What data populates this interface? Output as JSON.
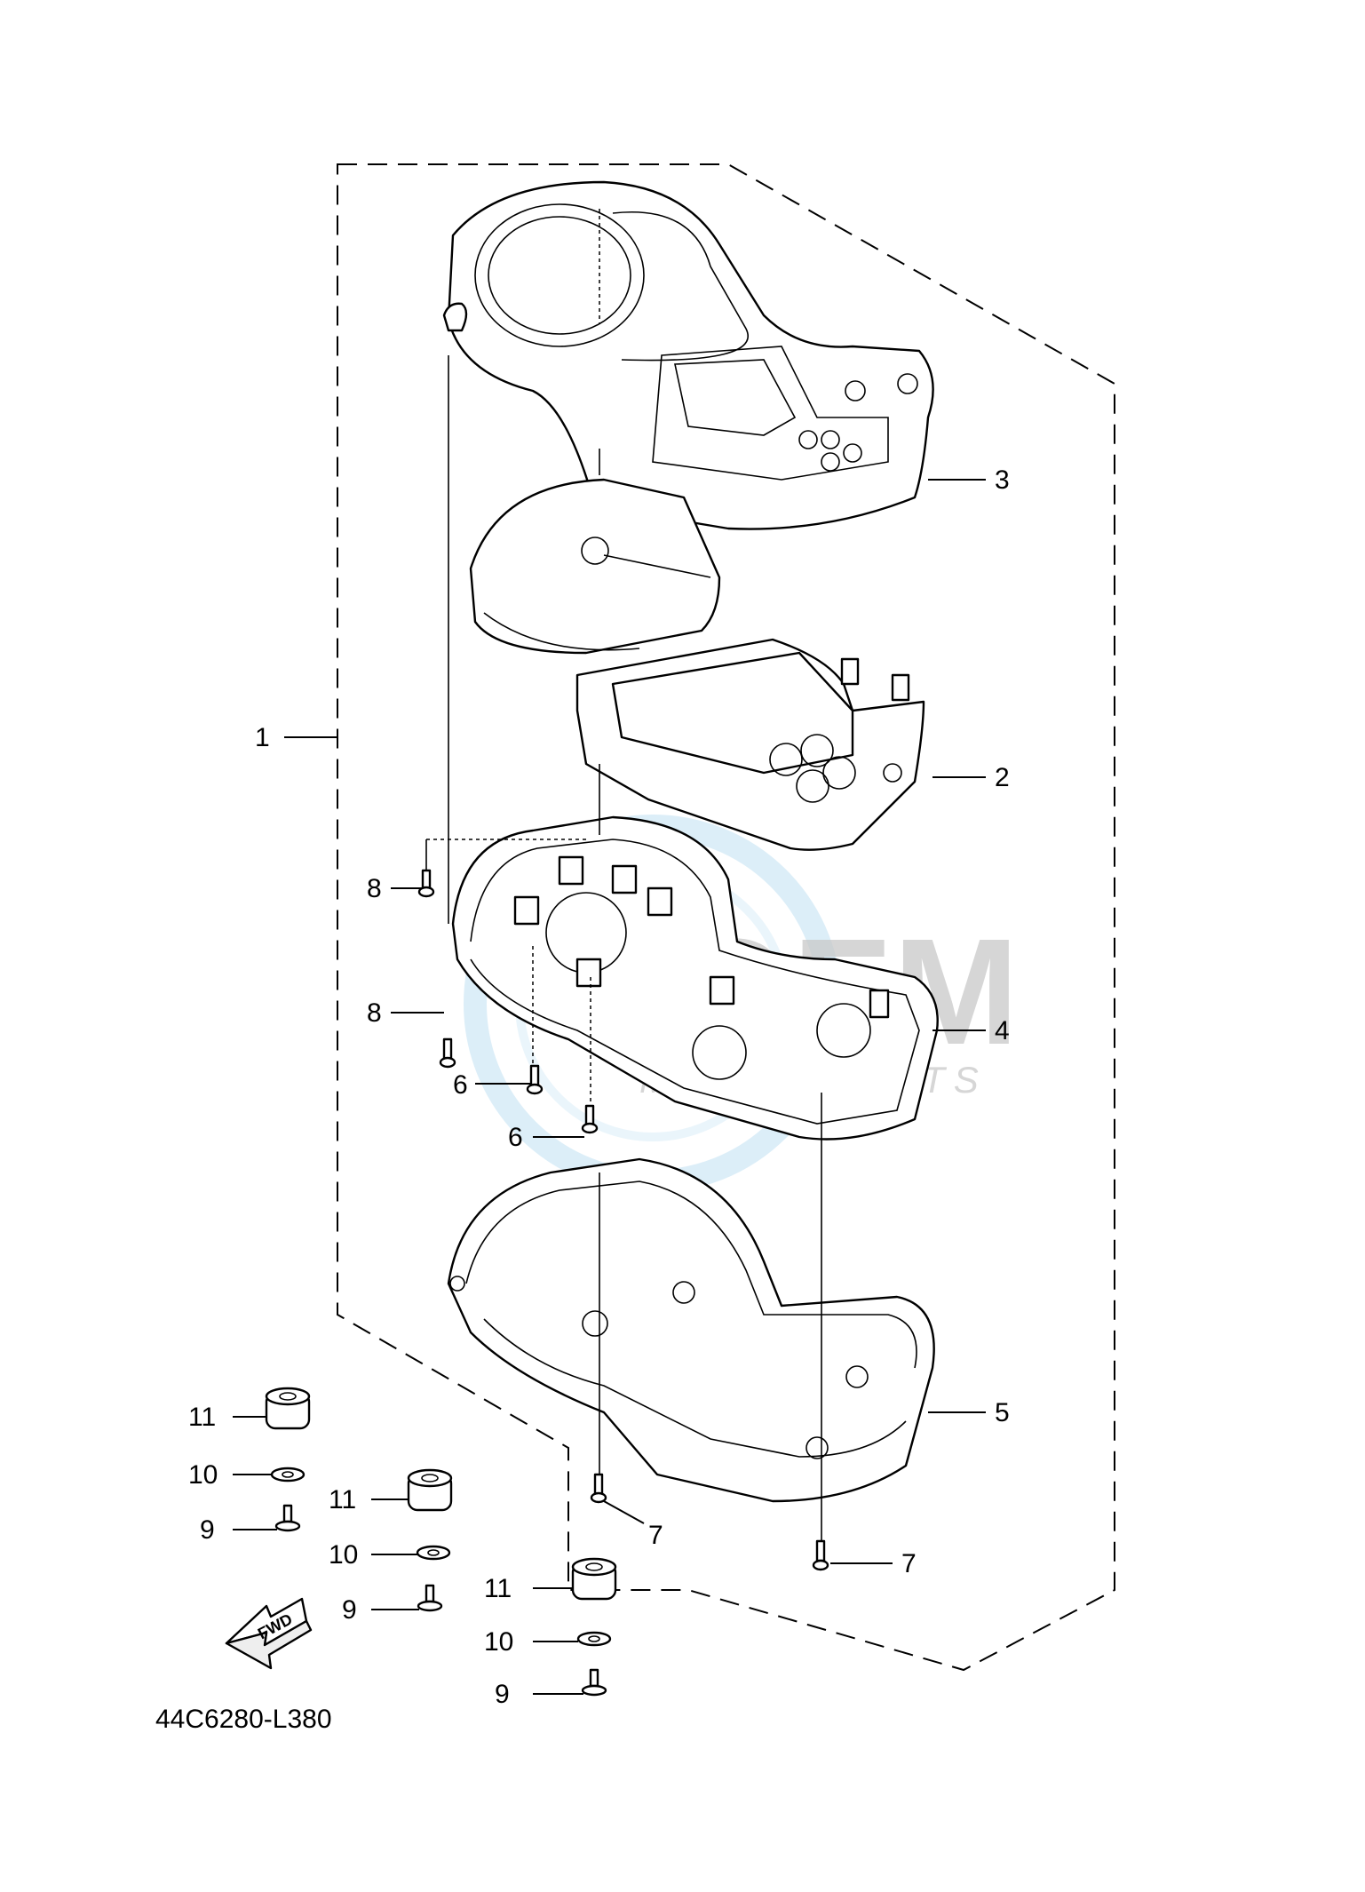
{
  "diagram": {
    "code": "44C6280-L380",
    "fwd_label": "FWD",
    "watermark": {
      "brand": "OEM",
      "sub": "MOTORPARTS"
    },
    "callouts": {
      "c1": "1",
      "c2": "2",
      "c3": "3",
      "c4": "4",
      "c5": "5",
      "c6a": "6",
      "c6b": "6",
      "c7a": "7",
      "c7b": "7",
      "c8a": "8",
      "c8b": "8",
      "c9a": "9",
      "c9b": "9",
      "c9c": "9",
      "c10a": "10",
      "c10b": "10",
      "c10c": "10",
      "c11a": "11",
      "c11b": "11",
      "c11c": "11"
    }
  }
}
